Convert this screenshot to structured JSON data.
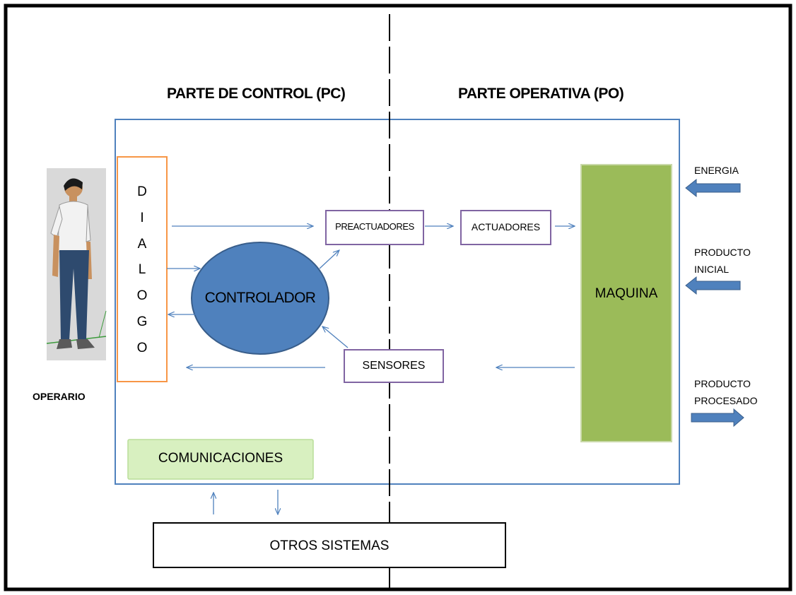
{
  "headers": {
    "control": "PARTE DE CONTROL  (PC)",
    "operative": "PARTE OPERATIVA  (PO)"
  },
  "dialog_letters": [
    "D",
    "I",
    "A",
    "L",
    "O",
    "G",
    "O"
  ],
  "nodes": {
    "controlador": "CONTROLADOR",
    "preactuadores": "PREACTUADORES",
    "actuadores": "ACTUADORES",
    "sensores": "SENSORES",
    "maquina": "MAQUINA",
    "comunicaciones": "COMUNICACIONES",
    "otros_sistemas": "OTROS SISTEMAS"
  },
  "operator_label": "OPERARIO",
  "inputs": {
    "energia": "ENERGIA",
    "producto_inicial_1": "PRODUCTO",
    "producto_inicial_2": "INICIAL",
    "producto_procesado_1": "PRODUCTO",
    "producto_procesado_2": "PROCESADO"
  },
  "colors": {
    "frame": "#000000",
    "system_border": "#4f81bd",
    "dialog_border": "#f79646",
    "controller_fill": "#4f81bd",
    "controller_stroke": "#385d8a",
    "box_border": "#8064a2",
    "machine_fill": "#9bbb59",
    "comms_fill": "#d8f0c0",
    "arrow_thin": "#4f81bd",
    "arrow_block": "#4f81bd"
  }
}
